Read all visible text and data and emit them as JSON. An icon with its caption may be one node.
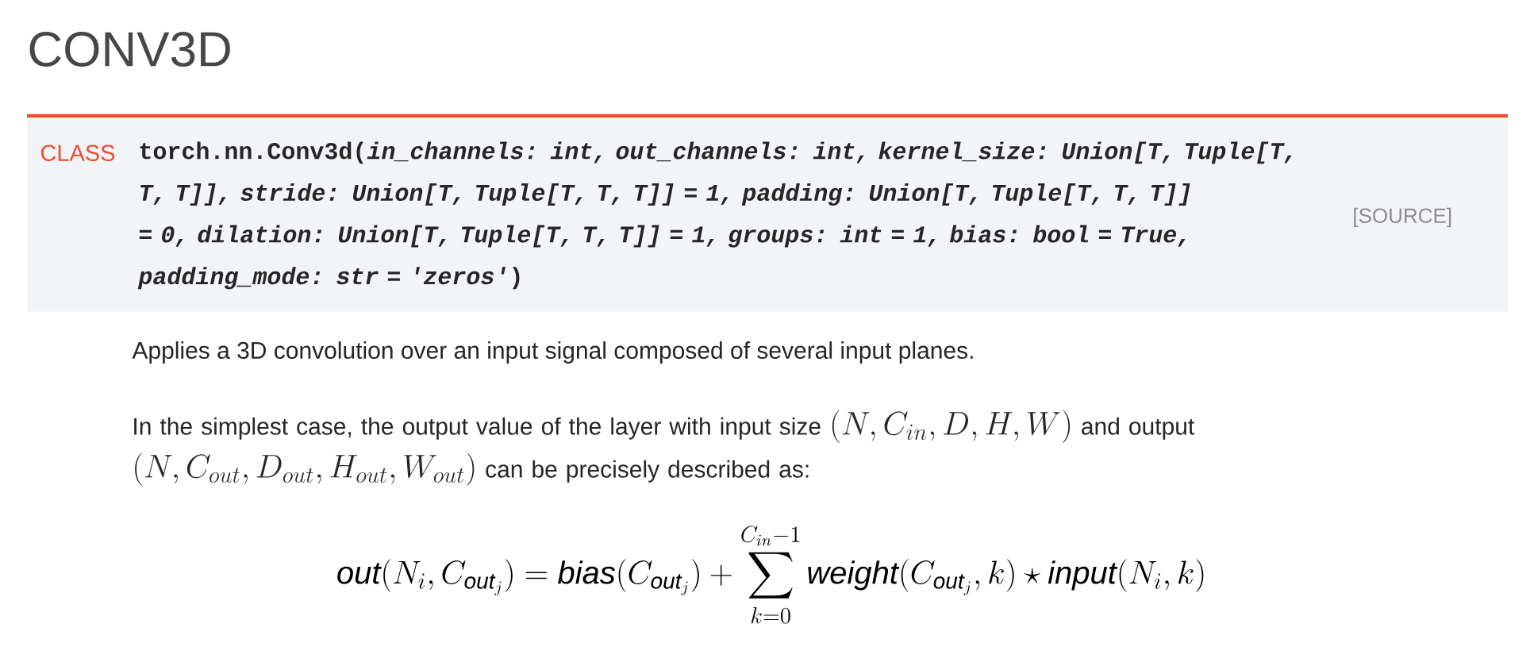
{
  "diagram": {
    "title": "CONV3D",
    "nodes": [
      {
        "text": [
          "CLASS",
          "torch.nn.Conv3d(*in_channels: int, out_channels: int, kernel_size: Union[T, Tuple[T, T, T]], stride: Union[T, Tuple[T, T, T]] = 1, padding: Union[T, Tuple[T, T, T]] = 0, dilation: Union[T, Tuple[T, T, T]] = 1, groups: int = 1, bias: bool = True, padding_mode: str = 'zeros'*)",
          "[SOURCE]"
        ]
      }
    ],
    "labels": [
      "Applies a 3D convolution over an input signal composed of several input planes.",
      "In the simplest case, the output value of the layer with input size",
      "(N, C_{in}, D, H, W)",
      "and output",
      "(N, C_{out}, D_{out}, H_{out}, W_{out})",
      "can be precisely described as:",
      "\\mathit{out}(N_i, C_{\\mathit{out}_j}) = \\mathit{bias}(C_{\\mathit{out}_j}) + \\sum_{k=0}^{C_{in}-1} \\mathit{weight}(C_{\\mathit{out}_j}, k) \\star \\mathit{input}(N_i, k)"
    ]
  }
}
